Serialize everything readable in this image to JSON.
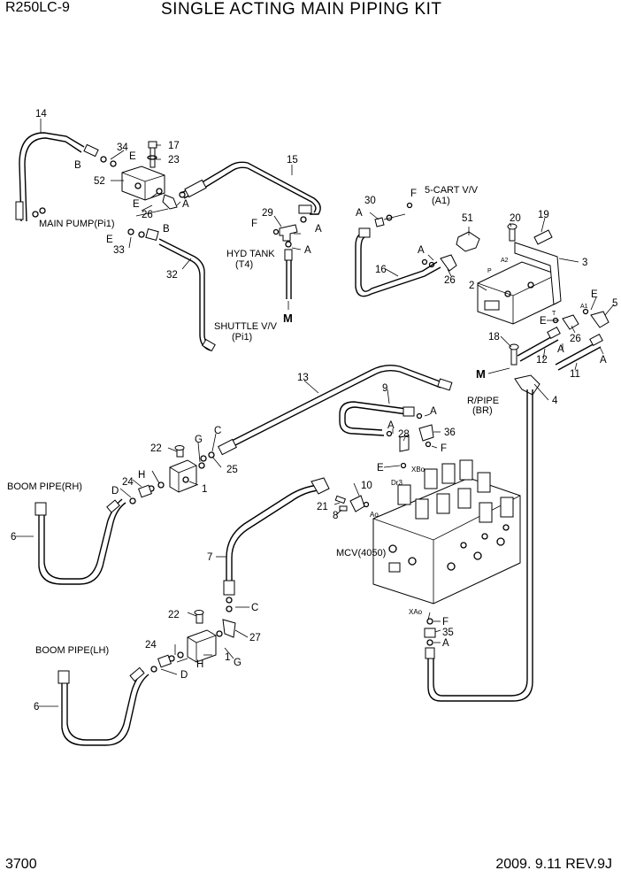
{
  "header": {
    "model": "R250LC-9",
    "title": "SINGLE ACTING MAIN PIPING KIT"
  },
  "footer": {
    "page": "3700",
    "date_rev": "2009. 9.11  REV.9J"
  },
  "annotations": {
    "main_pump": "MAIN PUMP(Pi1)",
    "hyd_tank": "HYD TANK",
    "t4": "(T4)",
    "shuttle": "SHUTTLE V/V",
    "pi1": "(Pi1)",
    "cart": "5-CART V/V",
    "a1": "(A1)",
    "rpipe": "R/PIPE",
    "br": "(BR)",
    "boom_rh": "BOOM PIPE(RH)",
    "boom_lh": "BOOM PIPE(LH)",
    "mcv": "MCV(4050)",
    "xbo": "XBo",
    "xao": "XAo",
    "dr3": "Dr3",
    "ao": "Ao",
    "p_port": "P",
    "a2_port": "A2",
    "a1_port": "A1",
    "t_port": "T",
    "m": "M"
  },
  "callouts": {
    "c14": "14",
    "c34": "34",
    "c17": "17",
    "c23": "23",
    "cB1": "B",
    "cE1": "E",
    "c52": "52",
    "cE2": "E",
    "c26a": "26",
    "cA1": "A",
    "cE3": "E",
    "c33": "33",
    "cB2": "B",
    "c32": "32",
    "c15": "15",
    "c29": "29",
    "cF1": "F",
    "cA2": "A",
    "cA3": "A",
    "cM1": "M",
    "c30": "30",
    "cF2": "F",
    "cA4": "A",
    "c51": "51",
    "c20": "20",
    "c19": "19",
    "c3": "3",
    "cA5": "A",
    "c16": "16",
    "c26b": "26",
    "c2": "2",
    "cE4": "E",
    "c5": "5",
    "cE5": "E",
    "c26c": "26",
    "c18": "18",
    "cM2": "M",
    "c12": "12",
    "cA6": "A",
    "c11": "11",
    "cA7": "A",
    "c4": "4",
    "c13": "13",
    "c9": "9",
    "cA8": "A",
    "cA9": "A",
    "c28": "28",
    "c36": "36",
    "cF3": "F",
    "cE6": "E",
    "c22a": "22",
    "cG1": "G",
    "cC1": "C",
    "c25": "25",
    "cH1": "H",
    "c24a": "24",
    "cD1": "D",
    "c1a": "1",
    "c6a": "6",
    "c10": "10",
    "c21": "21",
    "c8": "8",
    "c7": "7",
    "cC2": "C",
    "c22b": "22",
    "c27": "27",
    "cG2": "G",
    "c24b": "24",
    "cH2": "H",
    "cD2": "D",
    "c1b": "1",
    "c6b": "6",
    "cF4": "F",
    "c35": "35",
    "cA10": "A"
  }
}
